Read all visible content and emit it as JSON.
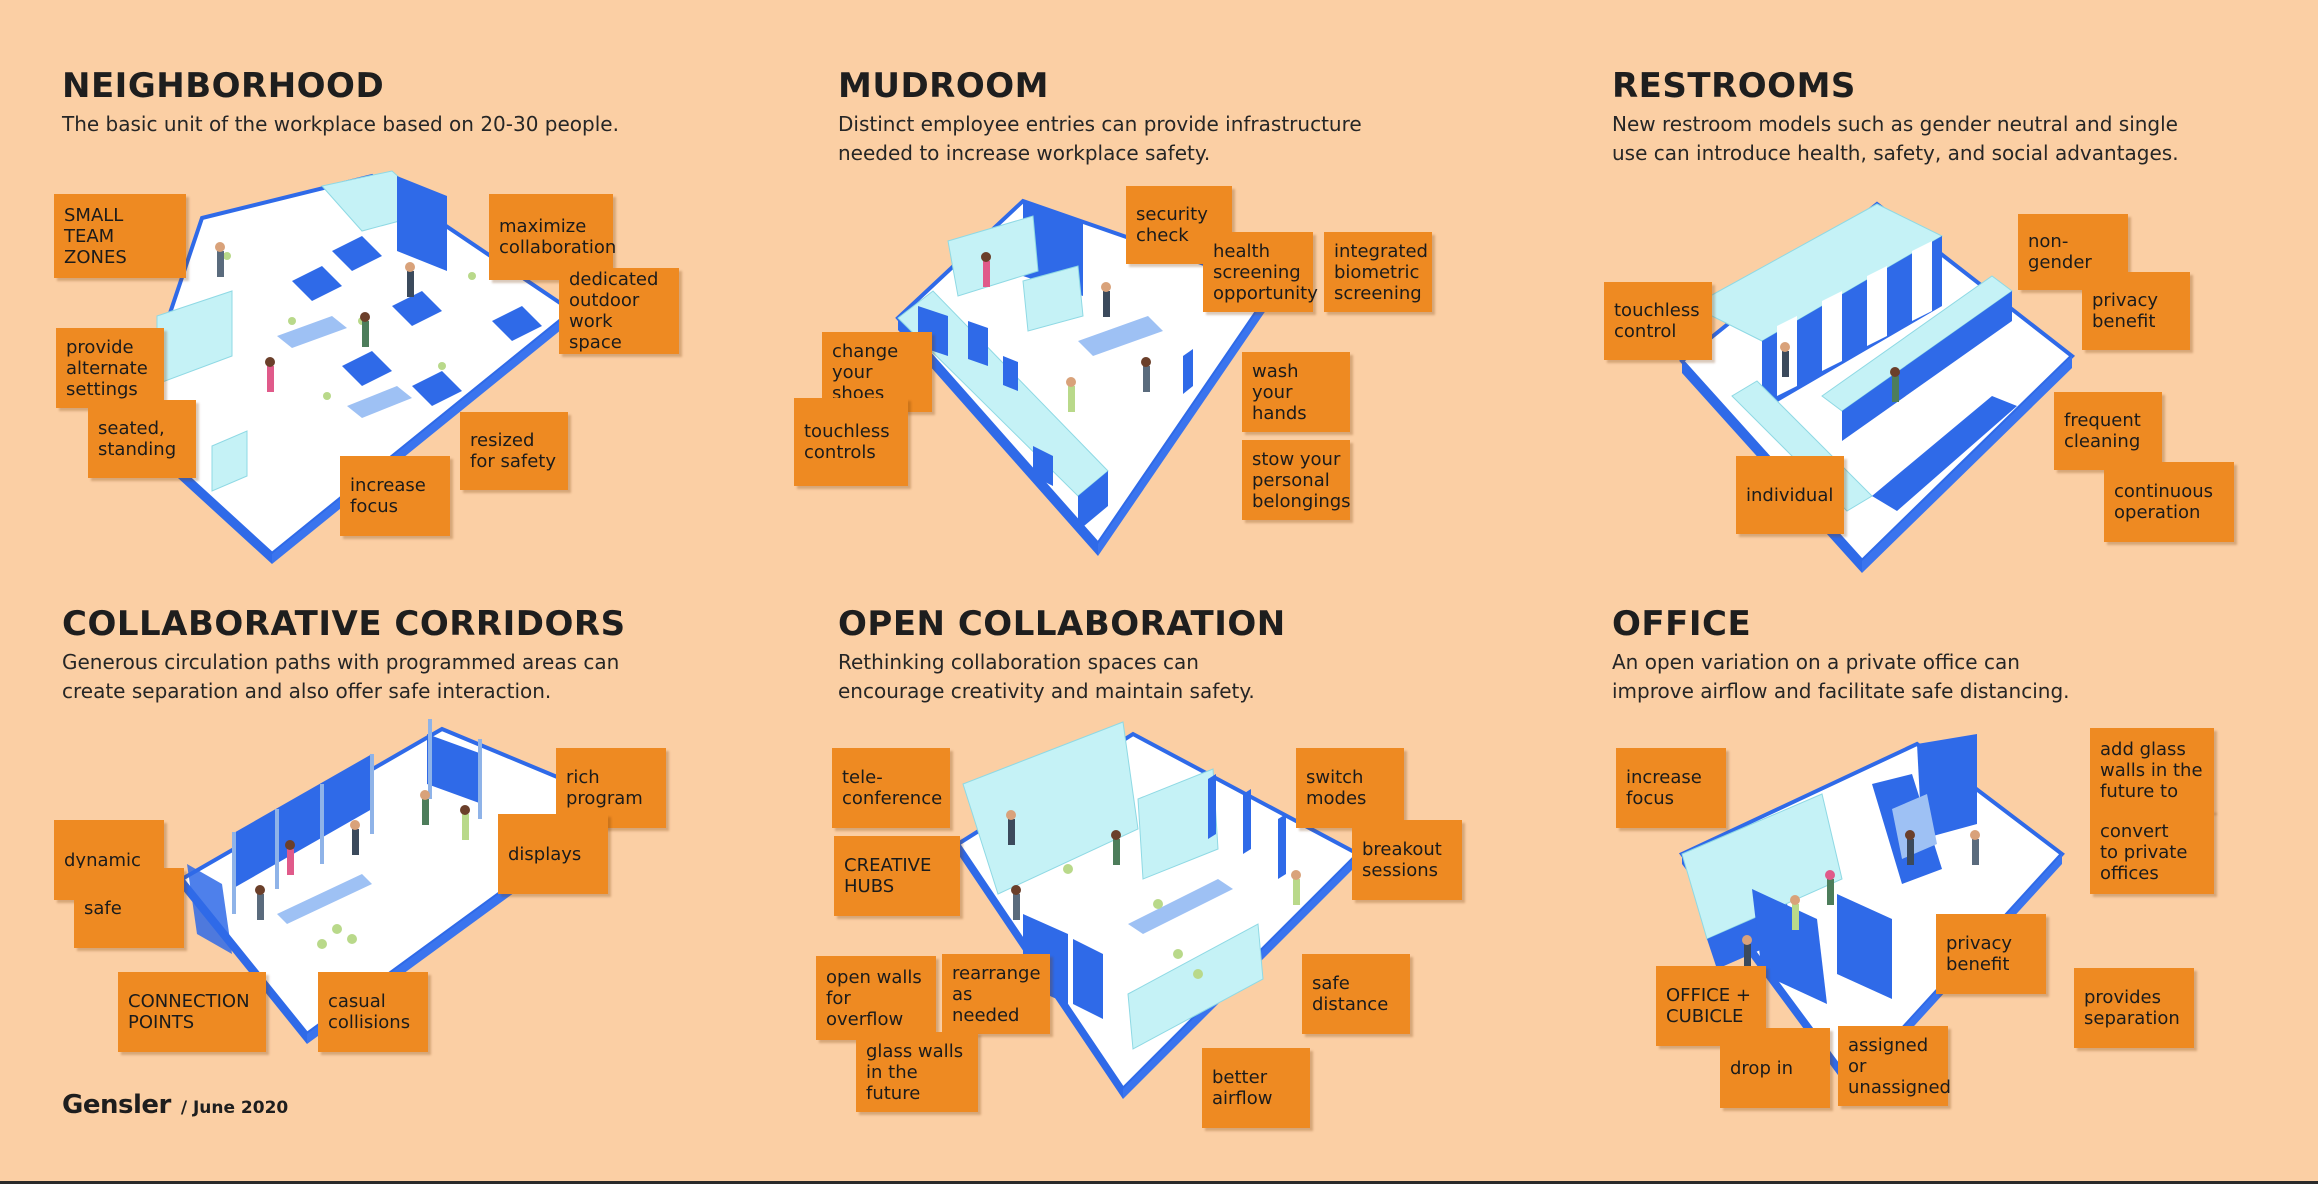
{
  "panels": [
    {
      "title": "NEIGHBORHOOD",
      "desc": "The basic unit of the workplace based on 20-30 people.",
      "notes": [
        "SMALL\nTEAM ZONES",
        "maximize\ncollaboration",
        "dedicated\noutdoor\nwork space",
        "provide\nalternate\nsettings",
        "seated,\nstanding",
        "resized\nfor safety",
        "increase\nfocus"
      ]
    },
    {
      "title": "MUDROOM",
      "desc": "Distinct employee entries can provide infrastructure needed to increase workplace safety.",
      "notes": [
        "security\ncheck",
        "health\nscreening\nopportunity",
        "integrated\nbiometric\nscreening",
        "change\nyour shoes",
        "touchless\ncontrols",
        "wash your\nhands",
        "stow your\npersonal\nbelongings"
      ]
    },
    {
      "title": "RESTROOMS",
      "desc": "New restroom models such as gender neutral and single use can introduce health, safety, and social advantages.",
      "notes": [
        "non-gender",
        "privacy\nbenefit",
        "touchless\ncontrol",
        "frequent\ncleaning",
        "individual",
        "continuous\noperation"
      ]
    },
    {
      "title": "COLLABORATIVE CORRIDORS",
      "desc": "Generous circulation paths with programmed areas can create separation and also offer safe interaction.",
      "notes": [
        "rich\nprogram",
        "dynamic",
        "displays",
        "safe",
        "CONNECTION\nPOINTS",
        "casual\ncollisions"
      ]
    },
    {
      "title": "OPEN COLLABORATION",
      "desc": "Rethinking collaboration spaces can encourage creativity and maintain safety.",
      "notes": [
        "tele-\nconference",
        "switch\nmodes",
        "CREATIVE\nHUBS",
        "breakout\nsessions",
        "open walls\nfor overflow",
        "rearrange\nas needed",
        "safe\ndistance",
        "glass walls\nin the future",
        "better\nairflow"
      ]
    },
    {
      "title": "OFFICE",
      "desc": "An open variation on a private office can improve airflow and facilitate safe distancing.",
      "notes": [
        "increase\nfocus",
        "add glass\nwalls in the\nfuture to",
        "convert\nto private\noffices",
        "privacy\nbenefit",
        "OFFICE +\nCUBICLE",
        "provides\nseparation",
        "drop in",
        "assigned or\nunassigned"
      ]
    }
  ],
  "footer": {
    "brand": "Gensler",
    "date": "/ June 2020"
  },
  "colors": {
    "background": "#fbcfa4",
    "note": "#ee8a22",
    "wall_blue": "#2f6ae8",
    "glass": "#c5f2f6",
    "floor": "#ffffff"
  }
}
